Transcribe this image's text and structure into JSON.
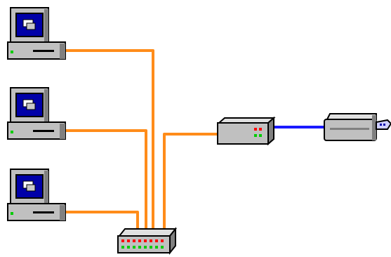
{
  "diagram": {
    "background": "#ffffff",
    "colors": {
      "ethernet_cable": "#ff8c1a",
      "coax_cable": "#1a1aff",
      "device_body": "#c0c0c0",
      "device_shadow": "#808080",
      "outline": "#000000",
      "screen": "#0000a8",
      "led_green": "#00cc00",
      "led_red": "#ff0000",
      "ethernet_port": "#d0d0ff"
    },
    "nodes": [
      {
        "id": "computer-1",
        "icon": "desktop-computer-icon"
      },
      {
        "id": "computer-2",
        "icon": "desktop-computer-icon"
      },
      {
        "id": "computer-3",
        "icon": "desktop-computer-icon"
      },
      {
        "id": "hub",
        "icon": "network-hub-icon"
      },
      {
        "id": "router",
        "icon": "router-icon"
      },
      {
        "id": "modem",
        "icon": "modem-icon"
      }
    ],
    "links": [
      {
        "from": "computer-1",
        "to": "hub",
        "type": "ethernet"
      },
      {
        "from": "computer-2",
        "to": "hub",
        "type": "ethernet"
      },
      {
        "from": "computer-3",
        "to": "hub",
        "type": "ethernet"
      },
      {
        "from": "hub",
        "to": "router",
        "type": "ethernet"
      },
      {
        "from": "router",
        "to": "modem",
        "type": "coax"
      }
    ]
  }
}
